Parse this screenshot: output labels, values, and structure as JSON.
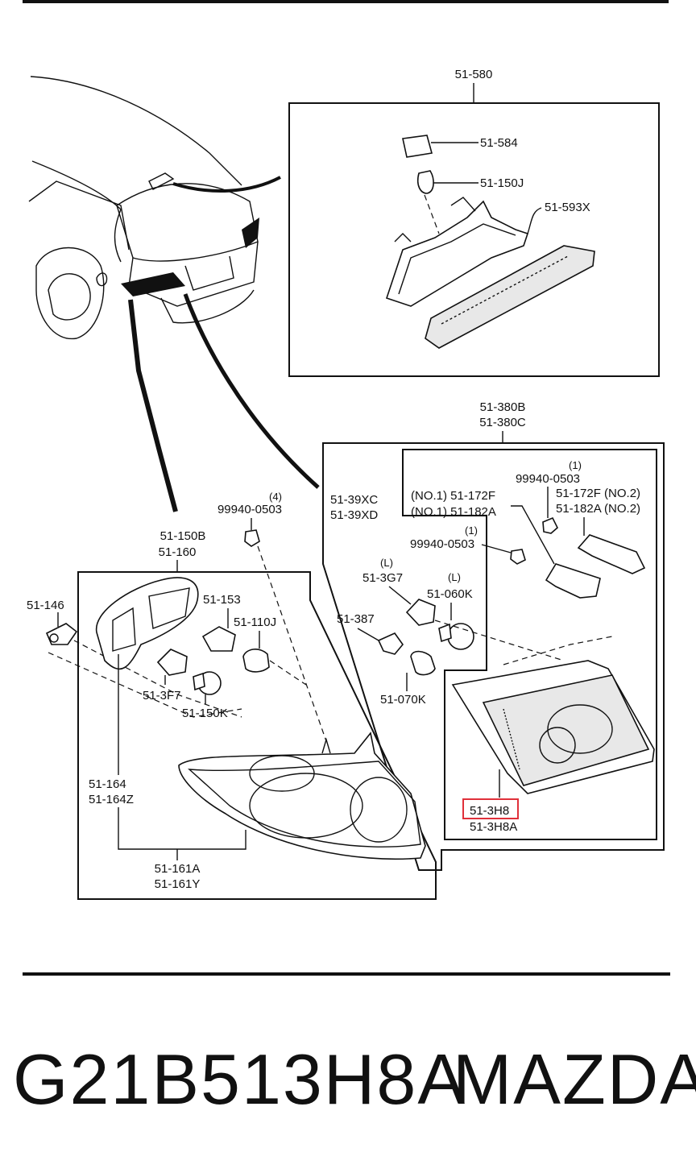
{
  "labels": {
    "l_51_580": "51-580",
    "l_51_584": "51-584",
    "l_51_150J": "51-150J",
    "l_51_593X": "51-593X",
    "l_51_380B": "51-380B",
    "l_51_380C": "51-380C",
    "l_1_a": "(1)",
    "l_99940_0503_a": "99940-0503",
    "l_51_172F_no2": "51-172F (NO.2)",
    "l_51_182A_no2": "51-182A (NO.2)",
    "l_51_39XC": "51-39XC",
    "l_51_39XD": "51-39XD",
    "l_51_172F_no1": "(NO.1) 51-172F",
    "l_51_182A_no1": "(NO.1) 51-182A",
    "l_1_b": "(1)",
    "l_99940_0503_b": "99940-0503",
    "l_L_a": "(L)",
    "l_51_3G7": "51-3G7",
    "l_L_b": "(L)",
    "l_51_060K": "51-060K",
    "l_51_387": "51-387",
    "l_51_070K": "51-070K",
    "l_51_3H8": "51-3H8",
    "l_51_3H8A": "51-3H8A",
    "l_4": "(4)",
    "l_99940_0503_c": "99940-0503",
    "l_51_150B": "51-150B",
    "l_51_160": "51-160",
    "l_51_146": "51-146",
    "l_51_153": "51-153",
    "l_51_110J": "51-110J",
    "l_51_3F7": "51-3F7",
    "l_51_150K": "51-150K",
    "l_51_164": "51-164",
    "l_51_164Z": "51-164Z",
    "l_51_161A": "51-161A",
    "l_51_161Y": "51-161Y"
  },
  "footer": {
    "part_number": "G21B513H8A",
    "brand": "MAZDA"
  },
  "colors": {
    "highlight": "#e0303a",
    "ink": "#111111"
  }
}
